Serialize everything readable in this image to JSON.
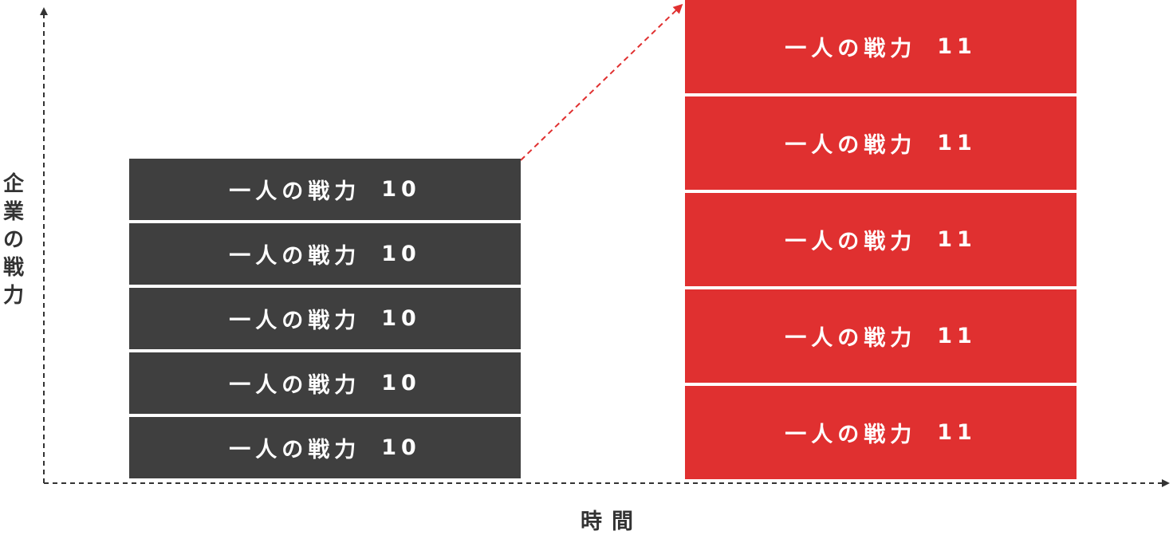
{
  "y_axis_label": [
    "企",
    "業",
    "の",
    "戦",
    "力"
  ],
  "x_axis_label": "時間",
  "colors": {
    "before": "#3f3f3f",
    "after": "#e03030",
    "axis": "#333333",
    "arrow": "#e03030"
  },
  "before": {
    "blocks": [
      {
        "label": "一人の戦力",
        "value": "10"
      },
      {
        "label": "一人の戦力",
        "value": "10"
      },
      {
        "label": "一人の戦力",
        "value": "10"
      },
      {
        "label": "一人の戦力",
        "value": "10"
      },
      {
        "label": "一人の戦力",
        "value": "10"
      }
    ]
  },
  "after": {
    "blocks": [
      {
        "label": "一人の戦力",
        "value": "11"
      },
      {
        "label": "一人の戦力",
        "value": "11"
      },
      {
        "label": "一人の戦力",
        "value": "11"
      },
      {
        "label": "一人の戦力",
        "value": "11"
      },
      {
        "label": "一人の戦力",
        "value": "11"
      }
    ]
  }
}
